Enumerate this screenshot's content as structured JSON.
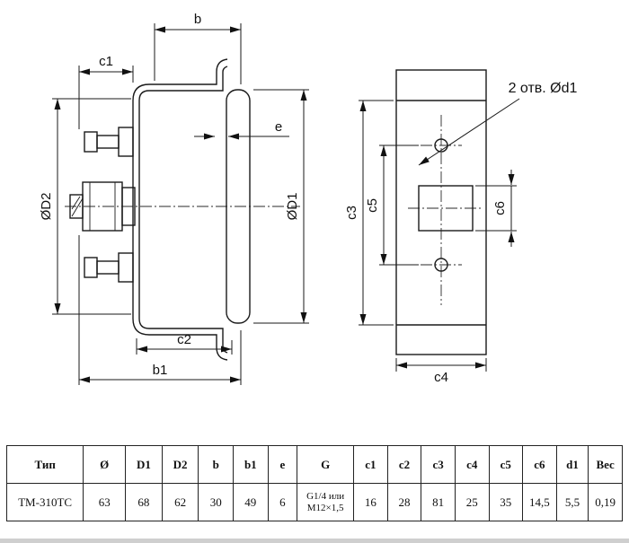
{
  "drawing": {
    "labels": {
      "b": "b",
      "c1": "c1",
      "e": "e",
      "d2": "ØD2",
      "d1": "ØD1",
      "c2": "c2",
      "b1": "b1",
      "c3": "c3",
      "c5": "c5",
      "c6": "c6",
      "c4": "c4",
      "holes_note": "2 отв. Ød1"
    }
  },
  "table": {
    "headers": [
      "Тип",
      "Ø",
      "D1",
      "D2",
      "b",
      "b1",
      "e",
      "G",
      "c1",
      "c2",
      "c3",
      "c4",
      "c5",
      "c6",
      "d1",
      "Вес"
    ],
    "values": [
      "ТМ-310ТС",
      "63",
      "68",
      "62",
      "30",
      "49",
      "6",
      "G1/4 или M12×1,5",
      "16",
      "28",
      "81",
      "25",
      "35",
      "14,5",
      "5,5",
      "0,19"
    ]
  }
}
